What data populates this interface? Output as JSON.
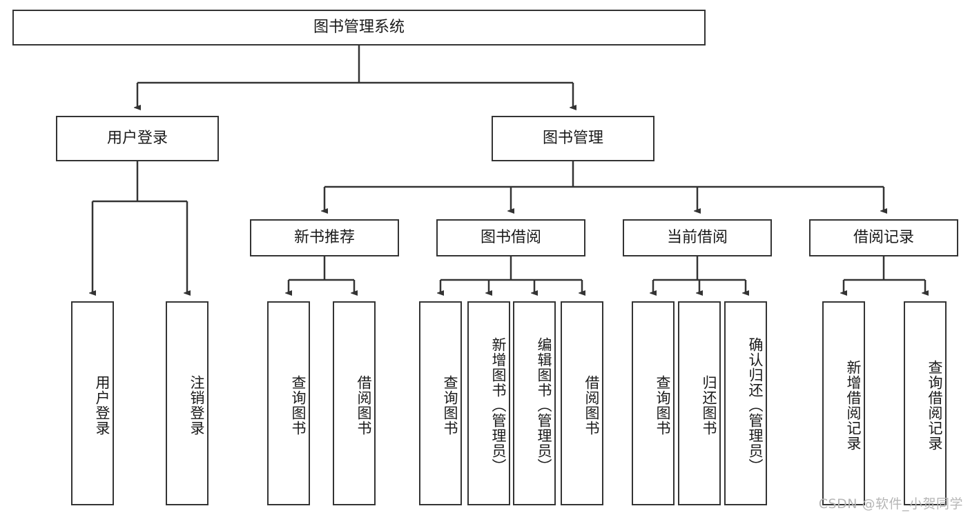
{
  "diagram": {
    "type": "tree",
    "title": "图书管理系统",
    "watermark": "CSDN @软件_小贺同学",
    "colors": {
      "background": "#ffffff",
      "box_border": "#333333",
      "box_fill": "#ffffff",
      "connector": "#333333",
      "text": "#1a1a1a",
      "watermark": "#b6b6b6"
    },
    "root": {
      "label": "图书管理系统"
    },
    "level1": [
      {
        "label": "用户登录"
      },
      {
        "label": "图书管理"
      }
    ],
    "level2": [
      {
        "label": "新书推荐"
      },
      {
        "label": "图书借阅"
      },
      {
        "label": "当前借阅"
      },
      {
        "label": "借阅记录"
      }
    ],
    "leaves": {
      "user_login": [
        {
          "label": "用户登录"
        },
        {
          "label": "注销登录"
        }
      ],
      "new_book_recommend": [
        {
          "label": "查询图书"
        },
        {
          "label": "借阅图书"
        }
      ],
      "book_borrow": [
        {
          "label": "查询图书"
        },
        {
          "label": "新增图书（管理员）"
        },
        {
          "label": "编辑图书（管理员）"
        },
        {
          "label": "借阅图书"
        }
      ],
      "current_borrow": [
        {
          "label": "查询图书"
        },
        {
          "label": "归还图书"
        },
        {
          "label": "确认归还（管理员）"
        }
      ],
      "borrow_record": [
        {
          "label": "新增借阅记录"
        },
        {
          "label": "查询借阅记录"
        }
      ]
    }
  }
}
